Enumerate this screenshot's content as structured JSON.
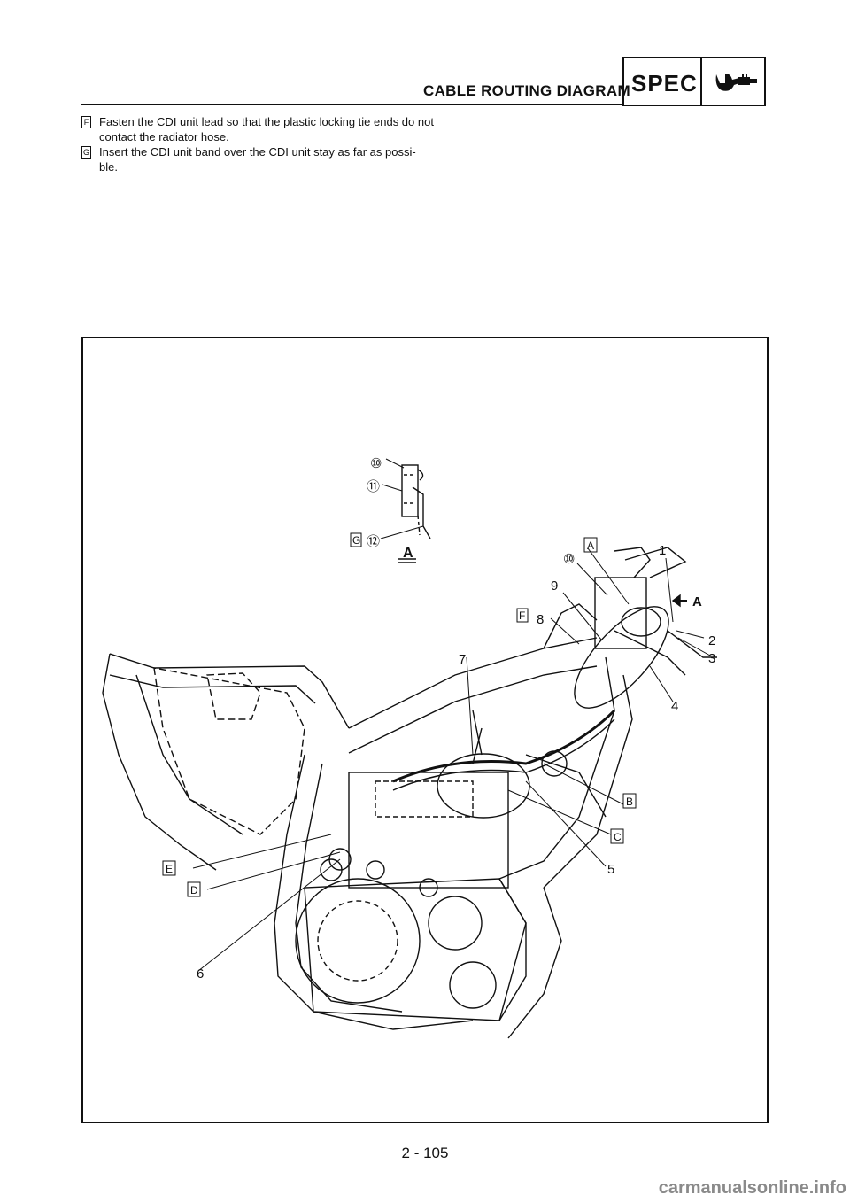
{
  "header": {
    "title": "CABLE ROUTING DIAGRAM",
    "badge": "SPEC",
    "badge_icon": "wrench-icon"
  },
  "notes": [
    {
      "marker": "F",
      "text": "Fasten the CDI unit lead so that the plastic locking tie ends do not contact the radiator hose."
    },
    {
      "marker": "G",
      "text": "Insert the CDI unit band over the CDI unit stay as far as possi- ble."
    }
  ],
  "diagram": {
    "view_label": "A",
    "arrow_label": "A",
    "callouts": {
      "c10_top": "⑩",
      "c11": "⑪",
      "c12": "⑫",
      "g_mark": "G",
      "c1": "1",
      "c2": "2",
      "c3": "3",
      "c4": "4",
      "c5": "5",
      "c6": "6",
      "c7": "7",
      "c8": "8",
      "c9": "9",
      "c10": "⑩",
      "box_a": "A",
      "box_b": "B",
      "box_c": "C",
      "box_d": "D",
      "box_e": "E",
      "box_f": "F"
    }
  },
  "page": {
    "number": "2 - 105"
  },
  "watermark": "carmanualsonline.info"
}
